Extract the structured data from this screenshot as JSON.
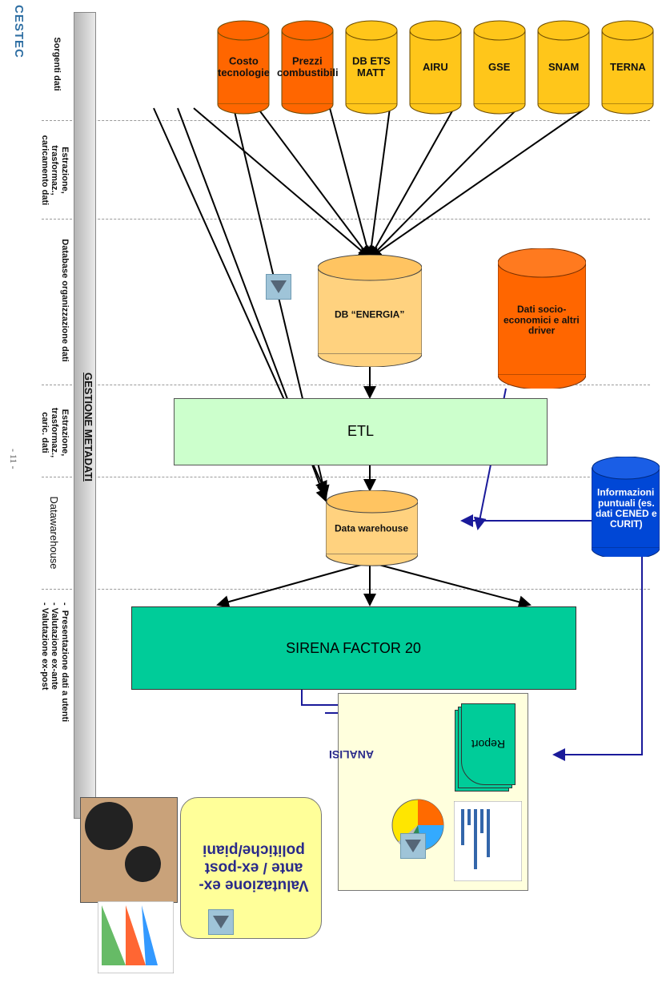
{
  "sources": [
    {
      "label": "TERNA",
      "color": "#ffc61a"
    },
    {
      "label": "SNAM",
      "color": "#ffc61a"
    },
    {
      "label": "GSE",
      "color": "#ffc61a"
    },
    {
      "label": "AIRU",
      "color": "#ffc61a"
    },
    {
      "label": "DB ETS MATT",
      "color": "#ffc61a"
    },
    {
      "label": "Prezzi combustibili",
      "color": "#ff6600"
    },
    {
      "label": "Costo tecnologie",
      "color": "#ff6600"
    }
  ],
  "columns": {
    "sorgenti": "Sorgenti dati",
    "estrazione1": "Estrazione, trasformaz., caricamento dati",
    "database": "Database organizzazione dati",
    "estrazione2": "Estrazione, trasformaz., caric. dati",
    "datawarehouse": "Datawarehouse",
    "presentazione_title": "Presentazione dati a utenti",
    "presentazione_items": [
      "- Valutazione ex-ante",
      "- Valutazione ex-post"
    ],
    "presentazione_dash": "-"
  },
  "metadati_bar": "GESTIONE METADATI",
  "nodes": {
    "db_energia": "DB “ENERGIA”",
    "dati_socio": "Dati socio-economici e altri driver",
    "etl": "ETL",
    "data_warehouse": "Data warehouse",
    "informazioni": "Informazioni puntuali (es. dati CENED e CURIT)",
    "sirena": "SIRENA FACTOR 20",
    "report": "Report",
    "analisi": "ANALISI",
    "valutazione": "Valutazione ex-ante / ex-post politiche/piani"
  },
  "footer": {
    "page_number": "- 11 -",
    "logo": "CESTEC"
  },
  "colors": {
    "yellow_cylinder": "#ffc61a",
    "orange_cylinder": "#ff6600",
    "tan_cylinder": "#ffd27f",
    "etl_box": "#ccffcc",
    "sirena_box": "#00cc99",
    "info_blue": "#0047d6",
    "analisi_panel": "#ffffdd",
    "valutazione_panel": "#ffff99",
    "arrow_blue": "#1a1a9a"
  }
}
